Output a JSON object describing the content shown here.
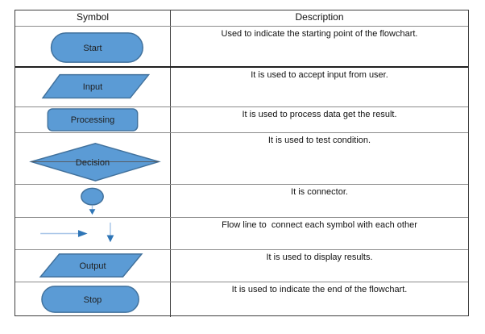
{
  "table": {
    "headers": {
      "symbol": "Symbol",
      "description": "Description"
    },
    "rows": [
      {
        "shape": "terminator-stadium",
        "label": "Start",
        "description": "Used to indicate the starting point of the flowchart."
      },
      {
        "shape": "parallelogram",
        "label": "Input",
        "description": "It is used to accept input from user."
      },
      {
        "shape": "rounded-rectangle",
        "label": "Processing",
        "description": "It is used to process data get the result."
      },
      {
        "shape": "diamond",
        "label": "Decision",
        "description": "It is used to test condition."
      },
      {
        "shape": "connector-circle",
        "label": "",
        "description": "It is connector."
      },
      {
        "shape": "flow-arrows",
        "label": "",
        "description": "Flow line to  connect each symbol with each other"
      },
      {
        "shape": "parallelogram",
        "label": "Output",
        "description": "It is used to display results."
      },
      {
        "shape": "terminator-stadium",
        "label": "Stop",
        "description": "It is used to indicate the end of the flowchart."
      }
    ]
  },
  "colors": {
    "shape_fill": "#5B9BD5",
    "shape_stroke": "#41719C",
    "arrow_line": "#A7C5E8",
    "arrow_head": "#2E75B6",
    "diamond_line": "#555555"
  }
}
